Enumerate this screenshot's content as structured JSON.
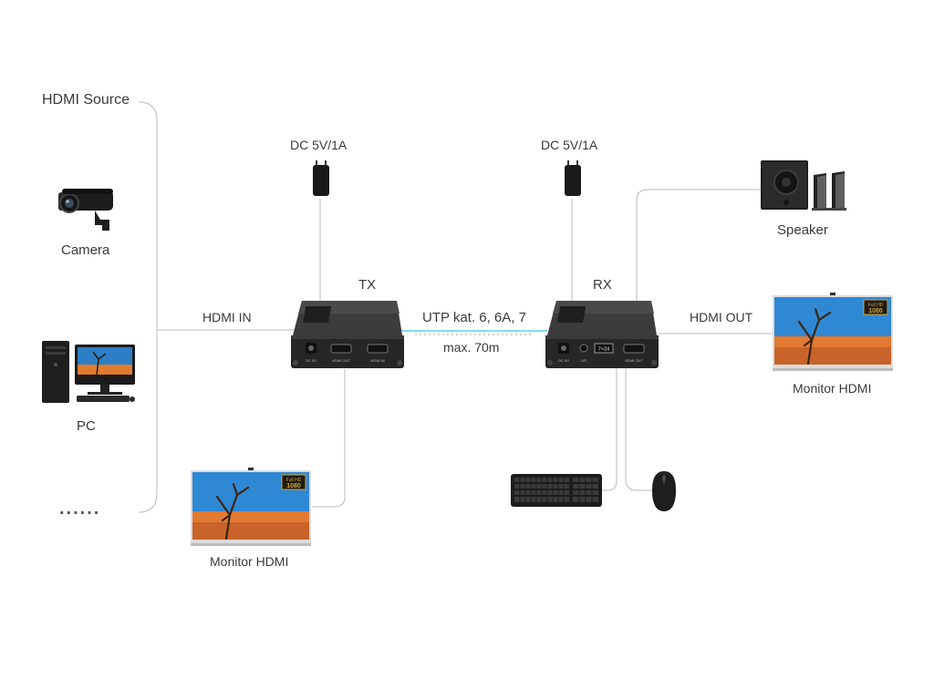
{
  "source": {
    "title": "HDMI Source",
    "camera": "Camera",
    "pc": "PC",
    "more": "......"
  },
  "tx": {
    "title": "TX",
    "power": "DC 5V/1A",
    "hdmi_in": "HDMI IN",
    "port_dc": "DC 5V",
    "port_out": "HDMI OUT",
    "port_in": "HDMI IN"
  },
  "link": {
    "cable": "UTP kat. 6, 6A, 7",
    "distance": "max. 70m"
  },
  "rx": {
    "title": "RX",
    "power": "DC 5V/1A",
    "hdmi_out": "HDMI OUT",
    "port_dc": "DC 5V",
    "port_lr": "L/R",
    "port_out": "HDMI OUT",
    "port_mode": "7×24"
  },
  "outputs": {
    "speaker": "Speaker",
    "monitor_rx": "Monitor HDMI",
    "monitor_tx": "Monitor HDMI",
    "fullhd": "Full HD",
    "res": "1080"
  },
  "colors": {
    "line": "#c8c8c8",
    "utp": "#7fe0e6",
    "device": "#2f2f2f"
  },
  "icons": [
    "camera-icon",
    "pc-icon",
    "power-adapter-icon",
    "speaker-icon",
    "monitor-icon",
    "keyboard-icon",
    "mouse-icon"
  ]
}
